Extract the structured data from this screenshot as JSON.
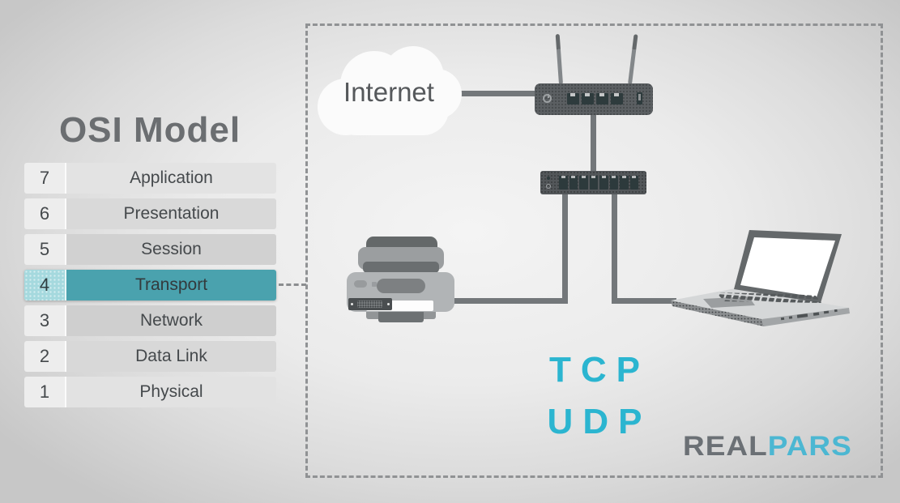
{
  "osi_panel": {
    "title": "OSI Model",
    "highlighted_layer_number": "4",
    "layers": [
      {
        "number": "7",
        "label": "Application"
      },
      {
        "number": "6",
        "label": "Presentation"
      },
      {
        "number": "5",
        "label": "Session"
      },
      {
        "number": "4",
        "label": "Transport"
      },
      {
        "number": "3",
        "label": "Network"
      },
      {
        "number": "2",
        "label": "Data Link"
      },
      {
        "number": "1",
        "label": "Physical"
      }
    ]
  },
  "diagram": {
    "cloud_label": "Internet",
    "protocol_1": "TCP",
    "protocol_2": "UDP",
    "device_icons": [
      "internet-cloud-icon",
      "wifi-router-icon",
      "ethernet-switch-icon",
      "printer-icon",
      "laptop-icon"
    ],
    "brand": {
      "first": "Real",
      "second": "Pars"
    }
  },
  "colors": {
    "highlight_teal": "#4aa2ae",
    "highlight_number_teal": "#a5d9de",
    "protocol_cyan": "#2bb5d0",
    "brand_gray": "#6b7075",
    "brand_cyan": "#4cb7d2",
    "cable_gray": "#73777a",
    "device_dark_gray": "#5b5f62"
  }
}
